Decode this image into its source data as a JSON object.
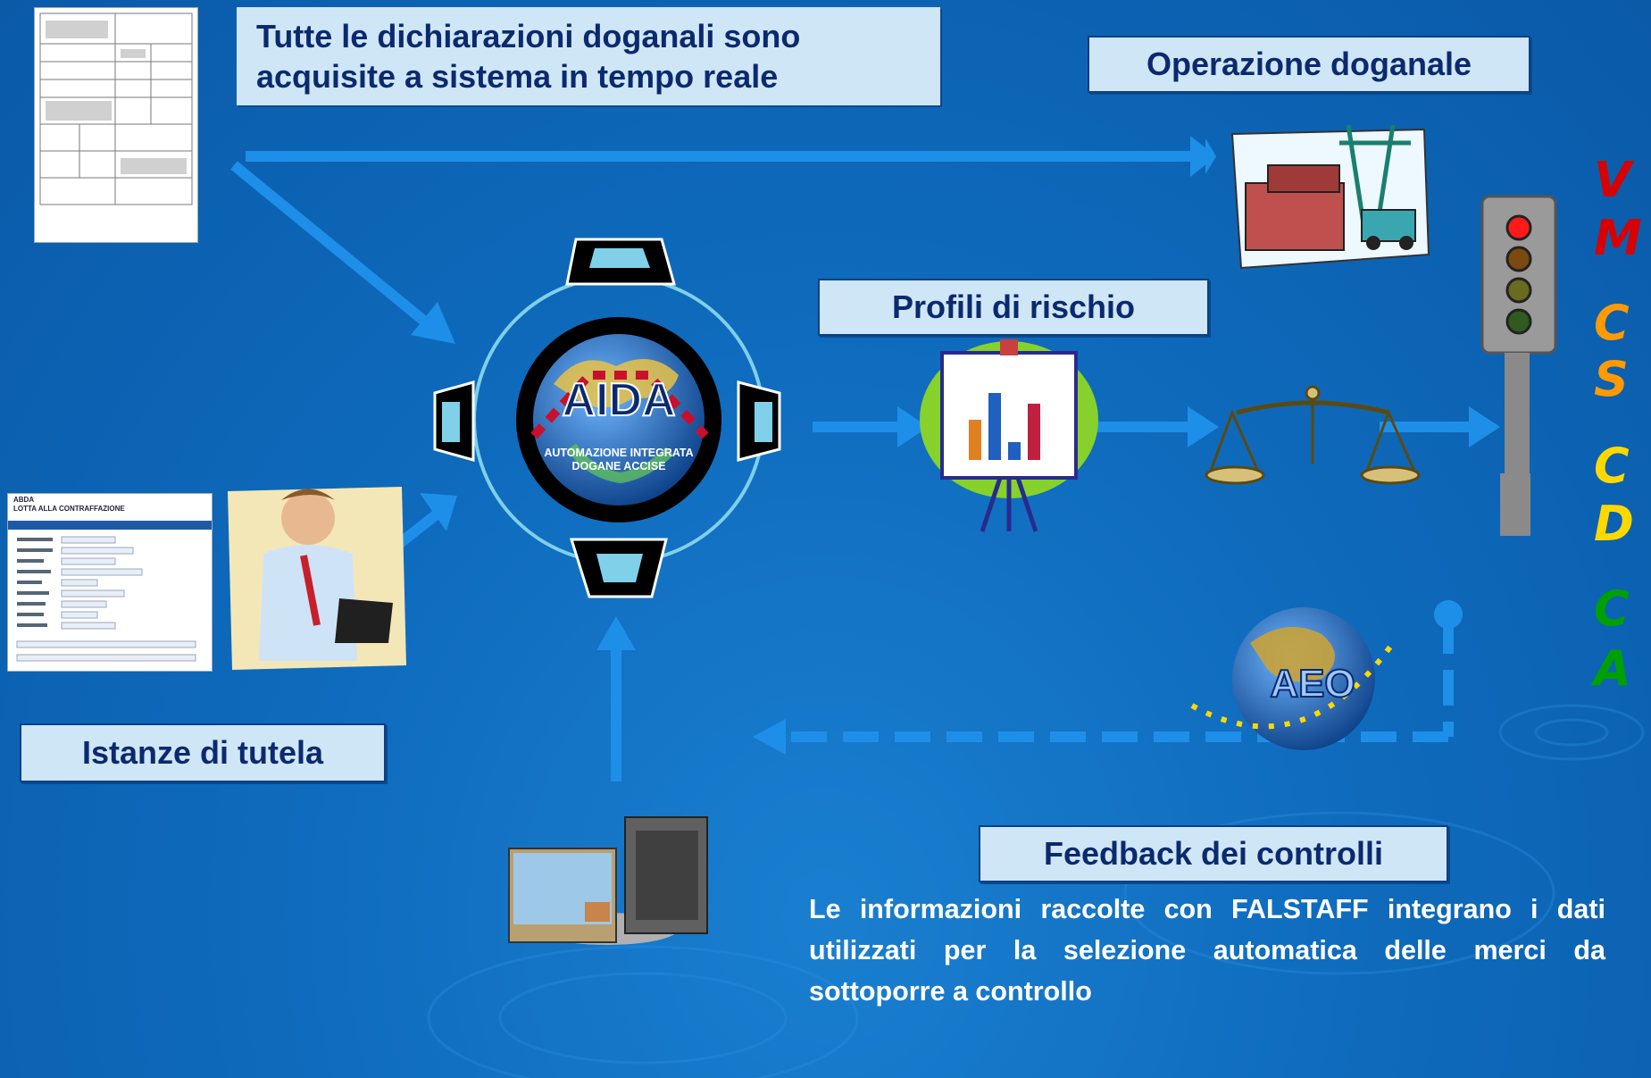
{
  "title_box": {
    "line1": "Tutte le dichiarazioni doganali sono",
    "line2": "acquisite a sistema in tempo reale"
  },
  "operation_label": "Operazione doganale",
  "risk_label": "Profili di rischio",
  "instances_label": "Istanze di tutela",
  "feedback_label": "Feedback dei controlli",
  "info_text": "Le informazioni raccolte con FALSTAFF integrano i dati utilizzati per la selezione automatica delle merci da sottoporre a controllo",
  "aida": {
    "logo": "AIDA",
    "subtitle1": "AUTOMAZIONE INTEGRATA",
    "subtitle2": "DOGANE ACCISE"
  },
  "aeo_logo": "AEO",
  "channels": [
    {
      "letters": "VM",
      "color": "#d80000"
    },
    {
      "letters": "CS",
      "color": "#ff9a00"
    },
    {
      "letters": "CD",
      "color": "#ffd800"
    },
    {
      "letters": "CA",
      "color": "#00a000"
    }
  ],
  "falstaff_form": {
    "header_line1": "ABDA",
    "header_line2": "LOTTA ALLA CONTRAFFAZIONE"
  },
  "colors": {
    "arrow": "#1e8fe8",
    "box_fill": "#cfe6f7",
    "box_border": "#0b3f86"
  }
}
